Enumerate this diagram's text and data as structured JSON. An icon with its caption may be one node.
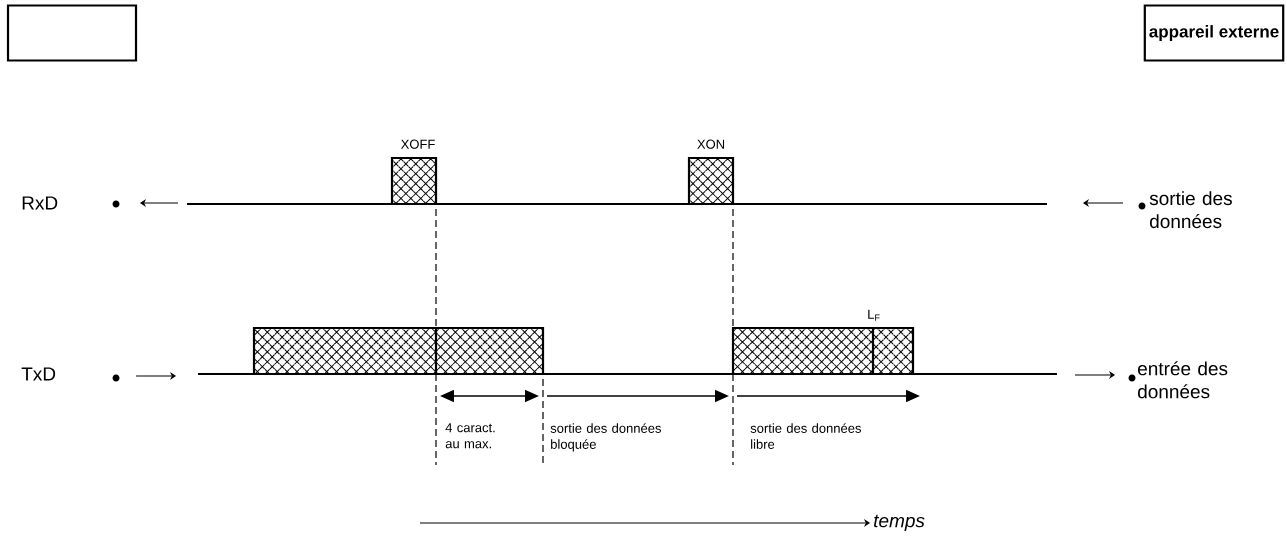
{
  "diagram": {
    "nodes": [
      {
        "text": [],
        "shape": "box"
      },
      {
        "text": [
          "appareil externe"
        ]
      }
    ],
    "labels": [
      "XOFF",
      "XON",
      "RxD",
      "sortie des données",
      "TxD",
      "L$_{F}$",
      "entrée des données",
      "4 caract. au max.",
      "sortie des données bloquée",
      "sortie des données libre",
      "temps"
    ]
  }
}
